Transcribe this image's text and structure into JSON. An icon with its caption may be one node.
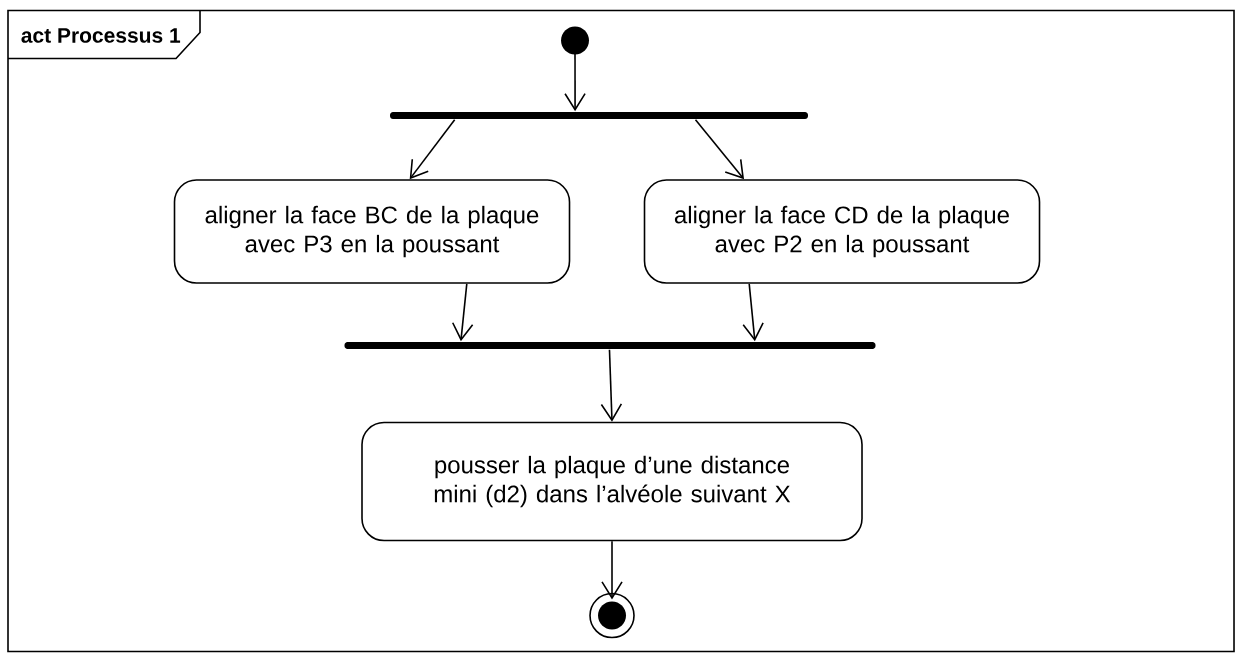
{
  "diagram": {
    "nodes": [
      {
        "text": [
          "act Processus 1"
        ]
      },
      {
        "text": [],
        "shape": "circle",
        "in": 0
      },
      {
        "text": [],
        "shape": "bar",
        "in": 0
      },
      {
        "text": [
          "aligner la face BC de la plaque avec P3 en la poussant"
        ],
        "in": 0
      },
      {
        "text": [
          "aligner la face CD de la plaque avec P2 en la poussant"
        ],
        "in": 0
      },
      {
        "text": [],
        "shape": "bar",
        "in": 0
      },
      {
        "text": [
          "pousser la plaque d’une distance mini (d2) dans l’alvéole suivant X"
        ],
        "in": 0
      },
      {
        "text": [],
        "shape": "circle",
        "in": 0
      }
    ],
    "edges": [
      {
        "from": 1,
        "to": 2,
        "arrow": "to"
      },
      {
        "from": 2,
        "to": 3,
        "arrow": "to"
      },
      {
        "from": 2,
        "to": 4,
        "arrow": "to"
      },
      {
        "from": 3,
        "to": 5,
        "arrow": "to"
      },
      {
        "from": 4,
        "to": 5,
        "arrow": "to"
      },
      {
        "from": 5,
        "to": 6,
        "arrow": "to"
      },
      {
        "from": 6,
        "to": 7,
        "arrow": "to"
      }
    ]
  }
}
